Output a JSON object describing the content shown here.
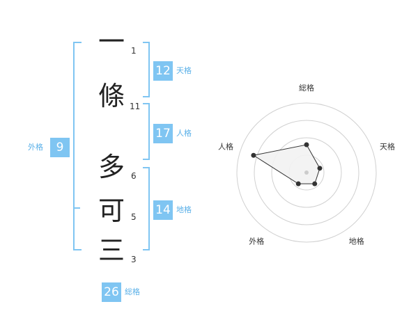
{
  "name": {
    "chars": [
      {
        "char": "一",
        "strokes": "1"
      },
      {
        "char": "條",
        "strokes": "11"
      },
      {
        "char": "多",
        "strokes": "6"
      },
      {
        "char": "可",
        "strokes": "5"
      },
      {
        "char": "三",
        "strokes": "3"
      }
    ]
  },
  "kakusu": {
    "tenkaku": {
      "label": "天格",
      "value": "12"
    },
    "jinkaku": {
      "label": "人格",
      "value": "17"
    },
    "chikaku": {
      "label": "地格",
      "value": "14"
    },
    "gaikaku": {
      "label": "外格",
      "value": "9"
    },
    "soukaku": {
      "label": "総格",
      "value": "26"
    }
  },
  "chart_data": {
    "type": "radar",
    "axes": [
      "総格",
      "天格",
      "地格",
      "外格",
      "人格"
    ],
    "values": [
      2,
      1,
      1,
      1,
      4
    ],
    "range": [
      0,
      5
    ],
    "rings": 4
  },
  "colors": {
    "accent": "#7fc5f2",
    "accent_text": "#5ab0e8",
    "ring": "#d0d0d0",
    "polygon_fill": "#f2f2f2",
    "point": "#333333"
  }
}
